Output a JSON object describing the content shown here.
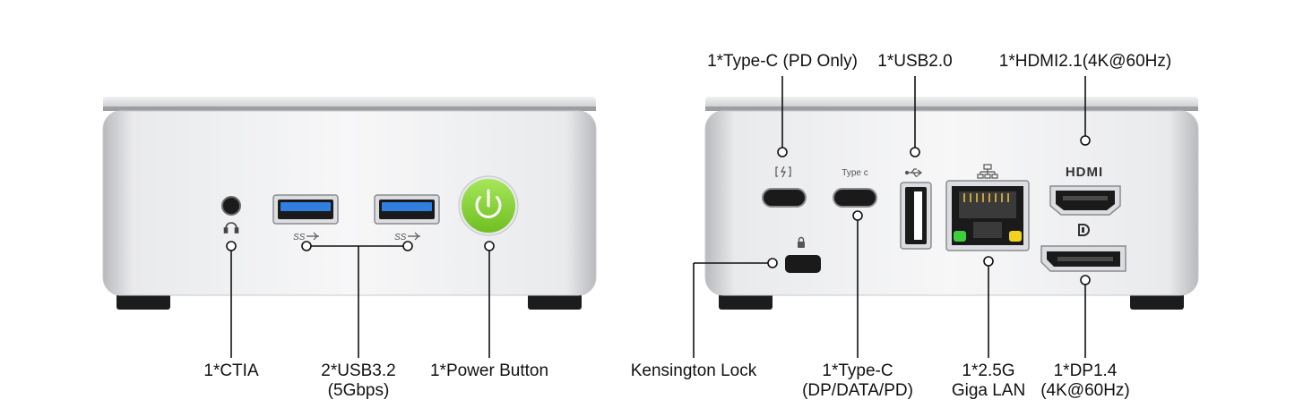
{
  "front": {
    "ctia": {
      "label": "1*CTIA"
    },
    "usb32": {
      "label": "2*USB3.2",
      "sub": "(5Gbps)",
      "logo": "SS"
    },
    "power": {
      "label": "1*Power Button"
    }
  },
  "rear": {
    "typec_pd": {
      "label": "1*Type-C (PD Only)"
    },
    "usb20": {
      "label": "1*USB2.0"
    },
    "hdmi": {
      "label": "1*HDMI2.1(4K@60Hz)",
      "logo": "HDMI"
    },
    "kensington": {
      "label": "Kensington Lock"
    },
    "typec_dp": {
      "label": "1*Type-C",
      "sub": "(DP/DATA/PD)",
      "engraving": "Type c"
    },
    "lan": {
      "label": "1*2.5G",
      "sub": "Giga LAN"
    },
    "dp": {
      "label": "1*DP1.4",
      "sub": "(4K@60Hz)"
    }
  },
  "colors": {
    "power": "#8dd63a",
    "usb_blue": "#2f7fe0",
    "led_green": "#3ccf3c",
    "led_yellow": "#f2d21b"
  },
  "icons": [
    "headphone-icon",
    "lock-icon",
    "usb-icon",
    "network-icon",
    "lightning-icon",
    "displayport-icon",
    "power-icon"
  ]
}
